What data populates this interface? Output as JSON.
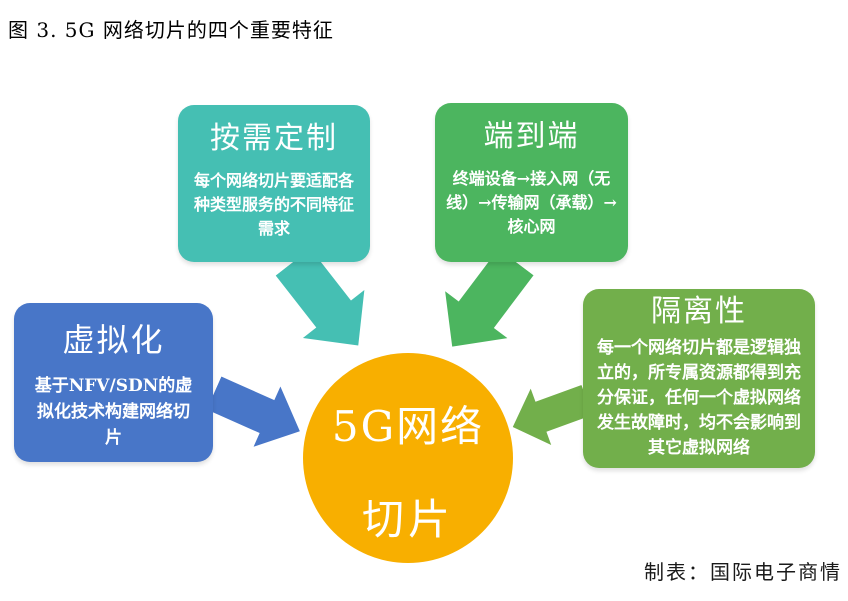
{
  "title": "图 3. 5G 网络切片的四个重要特征",
  "caption": "制表：国际电子商情",
  "colors": {
    "teal": "#45BFB3",
    "green": "#4CB55F",
    "blue": "#4876C8",
    "light_green": "#72AF4B",
    "orange": "#F8AF00",
    "text_light": "#FFFFFF"
  },
  "center": {
    "line1": "5G网络",
    "line2": "切片"
  },
  "features": [
    {
      "id": "on-demand",
      "title": "按需定制",
      "body": "每个网络切片要适配各种类型服务的不同特征需求"
    },
    {
      "id": "end-to-end",
      "title": "端到端",
      "body": "终端设备→接入网（无线）→传输网（承载）→核心网"
    },
    {
      "id": "virtualization",
      "title": "虚拟化",
      "body": "基于NFV/SDN的虚拟化技术构建网络切片"
    },
    {
      "id": "isolation",
      "title": "隔离性",
      "body": "每一个网络切片都是逻辑独立的，所专属资源都得到充分保证，任何一个虚拟网络发生故障时，均不会影响到其它虚拟网络"
    }
  ]
}
